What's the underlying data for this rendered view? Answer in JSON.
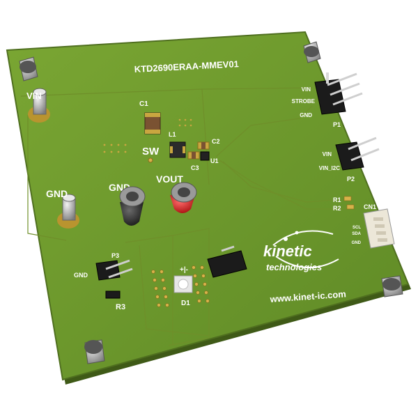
{
  "board": {
    "part_number": "KTD2690ERAA-MMEV01",
    "website": "www.kinet-ic.com",
    "logo": {
      "line1": "kinetic",
      "line2": "technologies"
    },
    "colors": {
      "pcb": "#6f9a2e",
      "pcb_edge": "#4f6f1f",
      "silkscreen": "#ffffff",
      "gold": "#d7b24a",
      "red_terminal": "#d22222"
    }
  },
  "labels": {
    "vin_terminal": "VIN",
    "gnd_terminal": "GND",
    "sw": "SW",
    "gnd_post": "GND",
    "vout_post": "VOUT",
    "c1": "C1",
    "l1": "L1",
    "c2": "C2",
    "c3": "C3",
    "u1": "U1",
    "p1": "P1",
    "p2": "P2",
    "p3": "P3",
    "r1": "R1",
    "r2": "R2",
    "r3": "R3",
    "d1": "D1",
    "cn1": "CN1",
    "p1_vin": "VIN",
    "p1_strobe": "STROBE",
    "p1_gnd": "GND",
    "p2_vin": "VIN",
    "p2_vin_i2c": "VIN_I2C",
    "cn1_scl": "SCL",
    "cn1_sda": "SDA",
    "cn1_gnd": "GND",
    "p3_gnd": "GND"
  }
}
